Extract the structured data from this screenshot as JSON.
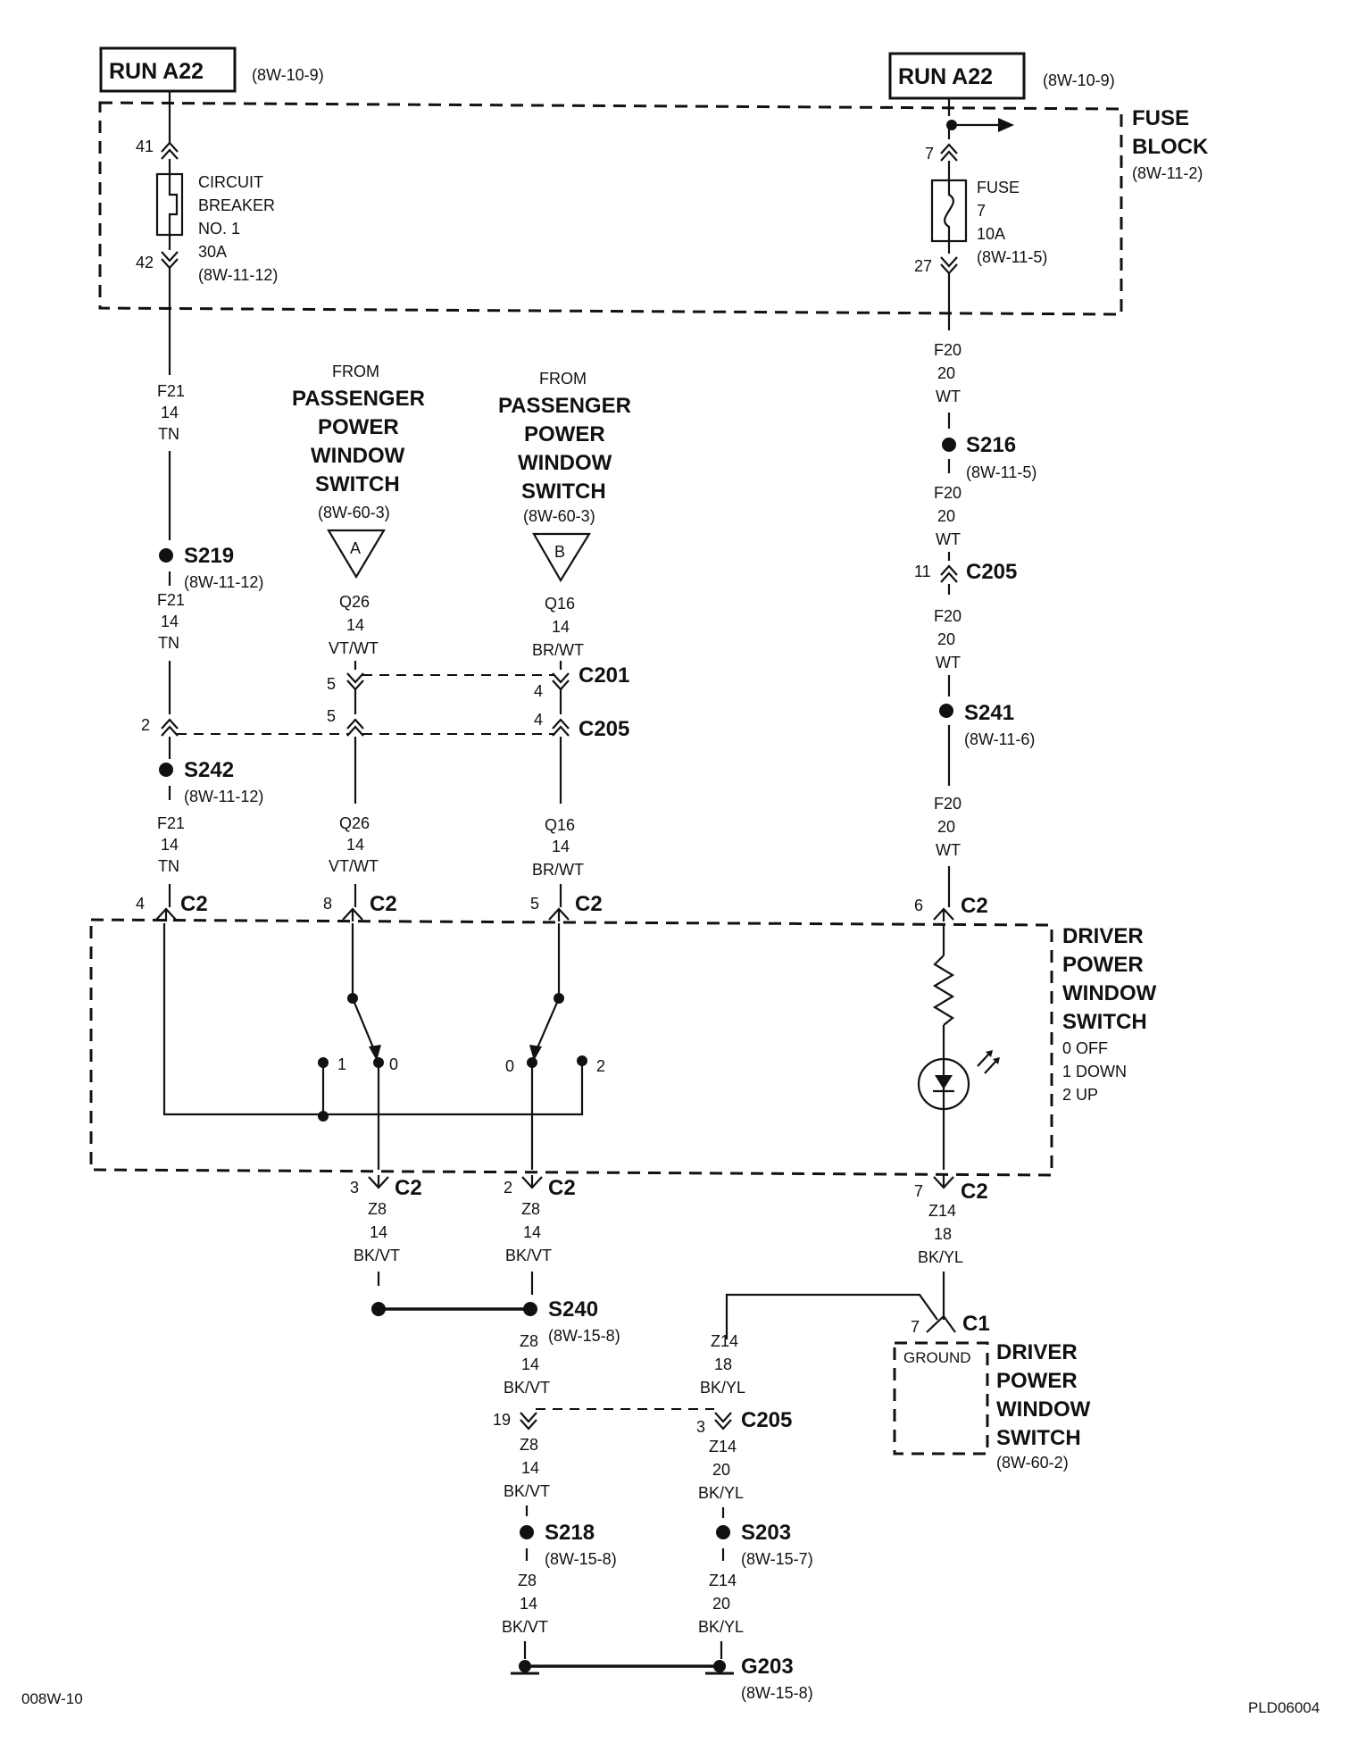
{
  "run_left": {
    "label": "RUN A22",
    "ref": "(8W-10-9)"
  },
  "run_right": {
    "label": "RUN A22",
    "ref": "(8W-10-9)"
  },
  "fuse_block": {
    "line1": "FUSE",
    "line2": "BLOCK",
    "ref": "(8W-11-2)"
  },
  "breaker": {
    "pin_in": "41",
    "pin_out": "42",
    "l1": "CIRCUIT",
    "l2": "BREAKER",
    "l3": "NO. 1",
    "l4": "30A",
    "ref": "(8W-11-12)"
  },
  "fuse": {
    "pin_in": "7",
    "pin_out": "27",
    "l1": "FUSE",
    "l2": "7",
    "l3": "10A",
    "ref": "(8W-11-5)"
  },
  "wire_f21_a": {
    "c": "F21",
    "g": "14",
    "col": "TN"
  },
  "wire_f21_b": {
    "c": "F21",
    "g": "14",
    "col": "TN"
  },
  "wire_f21_c": {
    "c": "F21",
    "g": "14",
    "col": "TN"
  },
  "s219": {
    "label": "S219",
    "ref": "(8W-11-12)"
  },
  "s242": {
    "label": "S242",
    "ref": "(8W-11-12)"
  },
  "from_a": {
    "from": "FROM",
    "l1": "PASSENGER",
    "l2": "POWER",
    "l3": "WINDOW",
    "l4": "SWITCH",
    "ref": "(8W-60-3)",
    "tri": "A"
  },
  "from_b": {
    "from": "FROM",
    "l1": "PASSENGER",
    "l2": "POWER",
    "l3": "WINDOW",
    "l4": "SWITCH",
    "ref": "(8W-60-3)",
    "tri": "B"
  },
  "wire_q26_a": {
    "c": "Q26",
    "g": "14",
    "col": "VT/WT"
  },
  "wire_q26_b": {
    "c": "Q26",
    "g": "14",
    "col": "VT/WT"
  },
  "wire_q16_a": {
    "c": "Q16",
    "g": "14",
    "col": "BR/WT"
  },
  "wire_q16_b": {
    "c": "Q16",
    "g": "14",
    "col": "BR/WT"
  },
  "c201": {
    "label": "C201",
    "pin_a": "5",
    "pin_b": "4"
  },
  "c205_mid": {
    "label": "C205",
    "pin_left": "2",
    "pin_a": "5",
    "pin_b": "4"
  },
  "wire_f20_a": {
    "c": "F20",
    "g": "20",
    "col": "WT"
  },
  "wire_f20_b": {
    "c": "F20",
    "g": "20",
    "col": "WT"
  },
  "wire_f20_c": {
    "c": "F20",
    "g": "20",
    "col": "WT"
  },
  "wire_f20_d": {
    "c": "F20",
    "g": "20",
    "col": "WT"
  },
  "s216": {
    "label": "S216",
    "ref": "(8W-11-5)"
  },
  "c205_right": {
    "label": "C205",
    "pin": "11"
  },
  "s241": {
    "label": "S241",
    "ref": "(8W-11-6)"
  },
  "c2_top": [
    {
      "pin": "4",
      "label": "C2"
    },
    {
      "pin": "8",
      "label": "C2"
    },
    {
      "pin": "5",
      "label": "C2"
    },
    {
      "pin": "6",
      "label": "C2"
    }
  ],
  "driver_switch": {
    "l1": "DRIVER",
    "l2": "POWER",
    "l3": "WINDOW",
    "l4": "SWITCH",
    "pos0": "0 OFF",
    "pos1": "1 DOWN",
    "pos2": "2 UP"
  },
  "switch_left": {
    "p1": "1",
    "p0": "0"
  },
  "switch_right": {
    "p0": "0",
    "p2": "2"
  },
  "c2_bottom": [
    {
      "pin": "3",
      "label": "C2"
    },
    {
      "pin": "2",
      "label": "C2"
    },
    {
      "pin": "7",
      "label": "C2"
    }
  ],
  "wire_z8_a": {
    "c": "Z8",
    "g": "14",
    "col": "BK/VT"
  },
  "wire_z8_b": {
    "c": "Z8",
    "g": "14",
    "col": "BK/VT"
  },
  "wire_z8_c": {
    "c": "Z8",
    "g": "14",
    "col": "BK/VT"
  },
  "wire_z8_d": {
    "c": "Z8",
    "g": "14",
    "col": "BK/VT"
  },
  "wire_z8_e": {
    "c": "Z8",
    "g": "14",
    "col": "BK/VT"
  },
  "wire_z14_a": {
    "c": "Z14",
    "g": "18",
    "col": "BK/YL"
  },
  "wire_z14_b": {
    "c": "Z14",
    "g": "18",
    "col": "BK/YL"
  },
  "wire_z14_c": {
    "c": "Z14",
    "g": "20",
    "col": "BK/YL"
  },
  "wire_z14_d": {
    "c": "Z14",
    "g": "20",
    "col": "BK/YL"
  },
  "s240": {
    "label": "S240",
    "ref": "(8W-15-8)"
  },
  "c205_low": {
    "label": "C205",
    "pin_a": "19",
    "pin_b": "3"
  },
  "s218": {
    "label": "S218",
    "ref": "(8W-15-8)"
  },
  "s203": {
    "label": "S203",
    "ref": "(8W-15-7)"
  },
  "g203": {
    "label": "G203",
    "ref": "(8W-15-8)"
  },
  "c1": {
    "pin": "7",
    "label": "C1",
    "ground": "GROUND"
  },
  "driver_switch_ref": {
    "l1": "DRIVER",
    "l2": "POWER",
    "l3": "WINDOW",
    "l4": "SWITCH",
    "ref": "(8W-60-2)"
  },
  "footer": {
    "left": "008W-10",
    "right": "PLD06004"
  }
}
